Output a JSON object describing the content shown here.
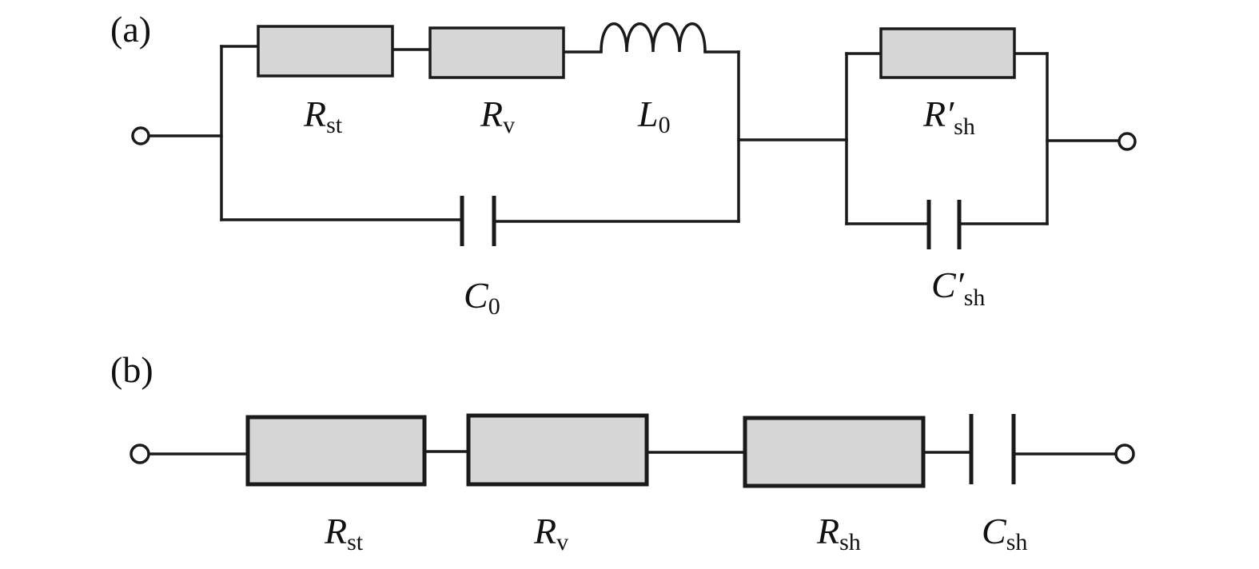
{
  "panels": {
    "a": {
      "tag": "(a)",
      "labels": {
        "r_st": {
          "main": "R",
          "sub": "st"
        },
        "r_v": {
          "main": "R",
          "sub": "v"
        },
        "l_0": {
          "main": "L",
          "sub": "0"
        },
        "c_0": {
          "main": "C",
          "sub": "0"
        },
        "r_sh_prime": {
          "main": "R′",
          "sub": "sh"
        },
        "c_sh_prime": {
          "main": "C′",
          "sub": "sh"
        }
      }
    },
    "b": {
      "tag": "(b)",
      "labels": {
        "r_st": {
          "main": "R",
          "sub": "st"
        },
        "r_v": {
          "main": "R",
          "sub": "v"
        },
        "r_sh": {
          "main": "R",
          "sub": "sh"
        },
        "c_sh": {
          "main": "C",
          "sub": "sh"
        }
      }
    }
  }
}
